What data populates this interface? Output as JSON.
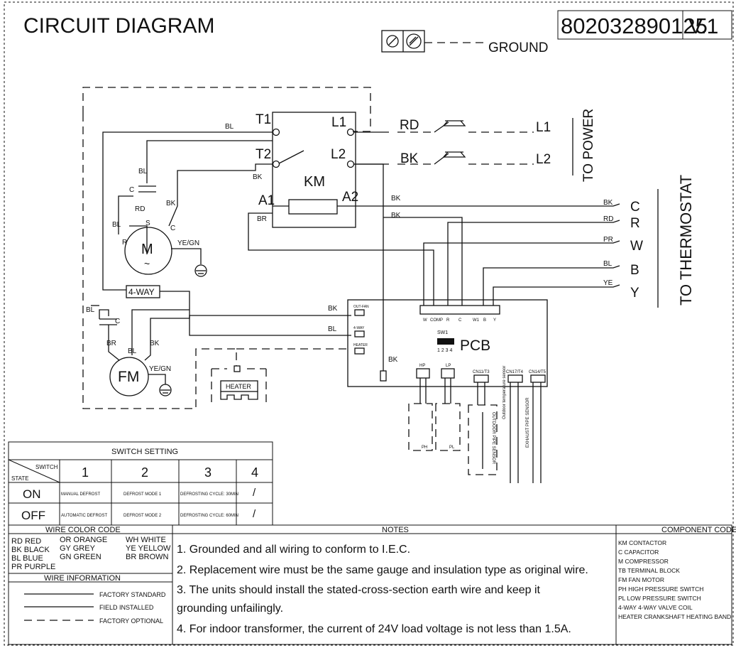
{
  "header": {
    "title": "CIRCUIT DIAGRAM",
    "part_number": "802032890125",
    "version": "V.1",
    "ground_label": "GROUND"
  },
  "power": {
    "label": "TO POWER",
    "lines": [
      "L1",
      "L2"
    ],
    "wires": [
      "RD",
      "BK"
    ]
  },
  "contactor": {
    "name": "KM",
    "terminals": [
      "T1",
      "L1",
      "T2",
      "L2",
      "A1",
      "A2"
    ]
  },
  "thermostat": {
    "label": "TO THERMOSTAT",
    "terminals": [
      {
        "wire": "BK",
        "term": "C"
      },
      {
        "wire": "RD",
        "term": "R"
      },
      {
        "wire": "PR",
        "term": "W"
      },
      {
        "wire": "BL",
        "term": "B"
      },
      {
        "wire": "YE",
        "term": "Y"
      }
    ]
  },
  "compressor": {
    "symbol": "M",
    "wave": "~",
    "terminals": [
      "S",
      "R",
      "C"
    ],
    "ground": "YE/GN"
  },
  "fan": {
    "symbol": "FM",
    "ground": "YE/GN"
  },
  "four_way": "4-WAY",
  "heater": "HEATER",
  "pcb": {
    "label": "PCB",
    "switch": "SW1",
    "switch_numbers": "1 2 3 4",
    "ports_left": [
      "OUT-FAN",
      "4-WAY",
      "HEATER"
    ],
    "terminal_block": [
      "W",
      "COMP",
      "R",
      "C",
      "W1",
      "B",
      "Y"
    ],
    "connectors": [
      "HP",
      "LP",
      "CN11/T3",
      "CN17/T4",
      "CN14/T5"
    ],
    "sensors": [
      "PH",
      "PL",
      "OUTDOOR PIPE SENSOR",
      "Outdoor temperature sensor",
      "EXHAUST PIPE SENSOR"
    ]
  },
  "wire_labels": {
    "bl": "BL",
    "bk": "BK",
    "br": "BR",
    "rd": "RD",
    "c": "C",
    "r": "R",
    "s": "S"
  },
  "switch_setting": {
    "title": "SWITCH SETTING",
    "corner_top": "SWITCH",
    "corner_bottom": "STATE",
    "columns": [
      "1",
      "2",
      "3",
      "4"
    ],
    "rows": [
      {
        "state": "ON",
        "cells": [
          "MANUAL DEFROST",
          "DEFROST MODE 1",
          "DEFROSTING CYCLE: 30MIN",
          "/"
        ]
      },
      {
        "state": "OFF",
        "cells": [
          "AUTOMATIC DEFROST",
          "DEFROST MODE 2",
          "DEFROSTING CYCLE: 60MIN",
          "/"
        ]
      }
    ]
  },
  "wire_color_code": {
    "title": "WIRE COLOR CODE",
    "col1": [
      "RD RED",
      "BK BLACK",
      "BL BLUE",
      "PR PURPLE"
    ],
    "col2": [
      "OR ORANGE",
      "GY GREY",
      "GN GREEN"
    ],
    "col3": [
      "WH WHITE",
      "YE YELLOW",
      "BR BROWN"
    ]
  },
  "wire_information": {
    "title": "WIRE INFORMATION",
    "items": [
      "FACTORY STANDARD",
      "FIELD INSTALLED",
      "FACTORY OPTIONAL"
    ]
  },
  "notes": {
    "title": "NOTES",
    "items": [
      "1. Grounded and all wiring to conform to I.E.C.",
      "2. Replacement wire must be the same gauge and insulation type as original wire.",
      "3. The units should install the stated-cross-section earth wire and keep it",
      "grounding unfailingly.",
      "4. For indoor transformer, the current of 24V load voltage is not less than 1.5A."
    ]
  },
  "component_code": {
    "title": "COMPONENT CODE",
    "items": [
      "KM CONTACTOR",
      "C   CAPACITOR",
      "M   COMPRESSOR",
      "TB  TERMINAL BLOCK",
      "FM  FAN MOTOR",
      "PH   HIGH PRESSURE SWITCH",
      "PL    LOW PRESSURE SWITCH",
      "4-WAY  4-WAY VALVE COIL",
      "HEATER  CRANKSHAFT HEATING BAND"
    ]
  }
}
